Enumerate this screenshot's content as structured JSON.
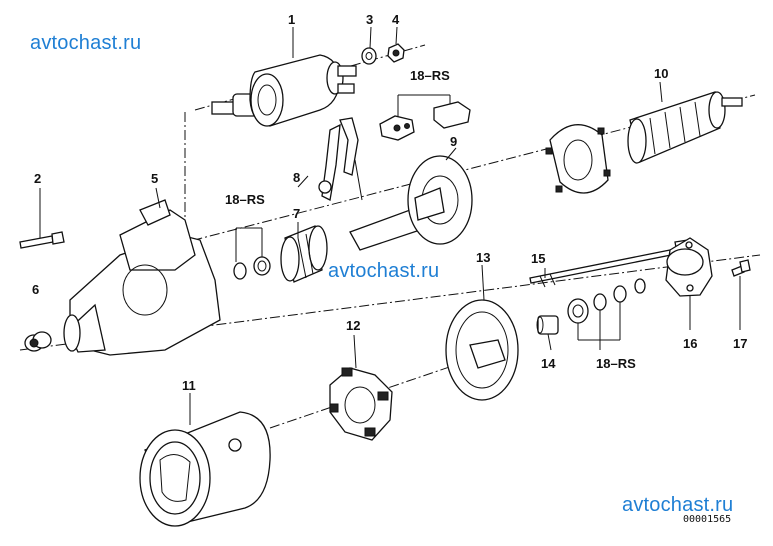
{
  "watermark": "avtochast.ru",
  "drawing_code": "00001565",
  "callouts": {
    "p1": "1",
    "p2": "2",
    "p3": "3",
    "p4": "4",
    "p5": "5",
    "p6": "6",
    "p7": "7",
    "p8": "8",
    "p9": "9",
    "p10": "10",
    "p11": "11",
    "p12": "12",
    "p13": "13",
    "p14": "14",
    "p15": "15",
    "p16": "16",
    "p17": "17",
    "rs_top": "18–RS",
    "rs_left": "18–RS",
    "rs_bottom": "18–RS"
  }
}
